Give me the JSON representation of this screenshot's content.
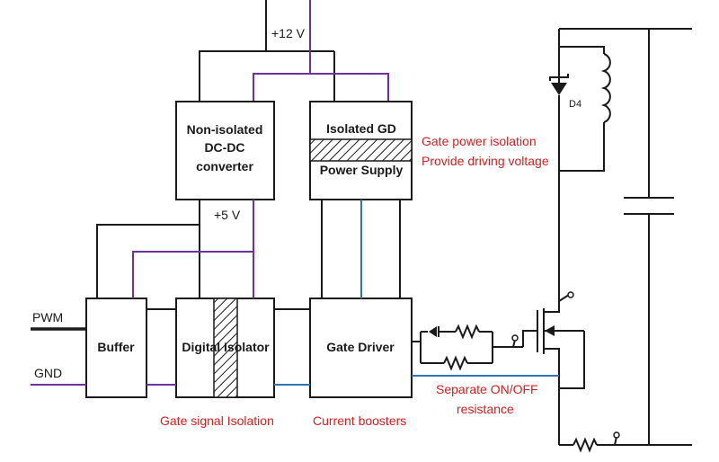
{
  "blocks": {
    "dcdc": [
      "Non-isolated",
      "DC-DC",
      "converter"
    ],
    "isolated_gd": [
      "Isolated GD",
      "Power Supply"
    ],
    "buffer": "Buffer",
    "digital_isolator": "Digital Isolator",
    "gate_driver": "Gate Driver"
  },
  "supply_labels": {
    "v12": "+12 V",
    "v5": "+5 V"
  },
  "signals": {
    "pwm": "PWM",
    "gnd": "GND"
  },
  "components": {
    "diode": "D4"
  },
  "annotations": {
    "gate_power": [
      "Gate power isolation",
      "Provide driving voltage"
    ],
    "gate_signal": "Gate signal Isolation",
    "current_boosters": "Current boosters",
    "separate_resistance": [
      "Separate ON/OFF",
      "resistance"
    ]
  },
  "colors": {
    "wire": "#1a1a1a",
    "power_wire": "#7030a0",
    "signal_wire": "#2e75b6",
    "annotation": "#d42020"
  }
}
